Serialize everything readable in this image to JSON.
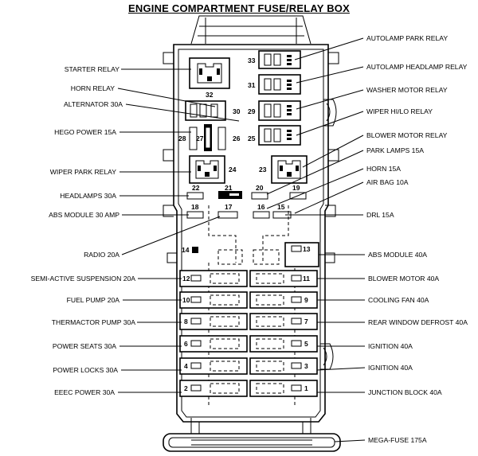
{
  "title": "ENGINE COMPARTMENT FUSE/RELAY BOX",
  "left_labels": {
    "starter_relay": "STARTER RELAY",
    "horn_relay": "HORN RELAY",
    "alternator": "ALTERNATOR 30A",
    "hego_power": "HEGO POWER 15A",
    "wiper_park_relay": "WIPER PARK RELAY",
    "headlamps": "HEADLAMPS 30A",
    "abs_module_30": "ABS MODULE 30 AMP",
    "radio": "RADIO 20A",
    "semi_active": "SEMI-ACTIVE SUSPENSION 20A",
    "fuel_pump": "FUEL PUMP 20A",
    "thermactor": "THERMACTOR PUMP 30A",
    "power_seats": "POWER SEATS 30A",
    "power_locks": "POWER LOCKS 30A",
    "eeec_power": "EEEC POWER 30A"
  },
  "right_labels": {
    "autolamp_park": "AUTOLAMP PARK RELAY",
    "autolamp_headlamp": "AUTOLAMP HEADLAMP RELAY",
    "washer_motor": "WASHER MOTOR RELAY",
    "wiper_hilo": "WIPER HI/LO RELAY",
    "blower_relay": "BLOWER MOTOR RELAY",
    "park_lamps": "PARK LAMPS 15A",
    "horn": "HORN 15A",
    "air_bag": "AIR BAG 10A",
    "drl": "DRL 15A",
    "abs_module_40": "ABS MODULE 40A",
    "blower_40": "BLOWER MOTOR 40A",
    "cooling_fan": "COOLING FAN 40A",
    "rear_defrost": "REAR WINDOW DEFROST 40A",
    "ignition_5": "IGNITION 40A",
    "ignition_3": "IGNITION 40A",
    "junction": "JUNCTION BLOCK 40A",
    "mega_fuse": "MEGA-FUSE 175A"
  },
  "positions": {
    "p1": "1",
    "p2": "2",
    "p3": "3",
    "p4": "4",
    "p5": "5",
    "p6": "6",
    "p7": "7",
    "p8": "8",
    "p9": "9",
    "p10": "10",
    "p11": "11",
    "p12": "12",
    "p13": "13",
    "p14": "14",
    "p15": "15",
    "p16": "16",
    "p17": "17",
    "p18": "18",
    "p19": "19",
    "p20": "20",
    "p21": "21",
    "p22": "22",
    "p23": "23",
    "p24": "24",
    "p25": "25",
    "p26": "26",
    "p27": "27",
    "p28": "28",
    "p29": "29",
    "p30": "30",
    "p31": "31",
    "p32": "32",
    "p33": "33"
  }
}
